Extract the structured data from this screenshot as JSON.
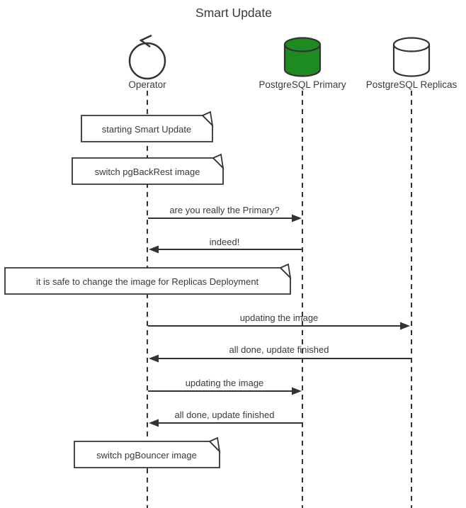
{
  "title": "Smart Update",
  "actors": [
    {
      "label": "Operator",
      "type": "control"
    },
    {
      "label": "PostgreSQL Primary",
      "type": "database"
    },
    {
      "label": "PostgreSQL Replicas",
      "type": "database"
    }
  ],
  "notes": [
    {
      "text": "starting Smart Update"
    },
    {
      "text": "switch pgBackRest image"
    },
    {
      "text": "it is safe to change the image for Replicas Deployment"
    },
    {
      "text": "switch pgBouncer image"
    }
  ],
  "messages": [
    {
      "from": "Operator",
      "to": "PostgreSQL Primary",
      "label": "are you really the Primary?"
    },
    {
      "from": "PostgreSQL Primary",
      "to": "Operator",
      "label": "indeed!"
    },
    {
      "from": "Operator",
      "to": "PostgreSQL Replicas",
      "label": "updating the image"
    },
    {
      "from": "PostgreSQL Replicas",
      "to": "Operator",
      "label": "all done, update finished"
    },
    {
      "from": "Operator",
      "to": "PostgreSQL Primary",
      "label": "updating the image"
    },
    {
      "from": "PostgreSQL Primary",
      "to": "Operator",
      "label": "all done, update finished"
    }
  ],
  "colors": {
    "primary_db_fill": "#1e8b22",
    "replica_db_fill": "#ffffff",
    "stroke_color": "#333333",
    "text_color": "#3a3a3a"
  }
}
